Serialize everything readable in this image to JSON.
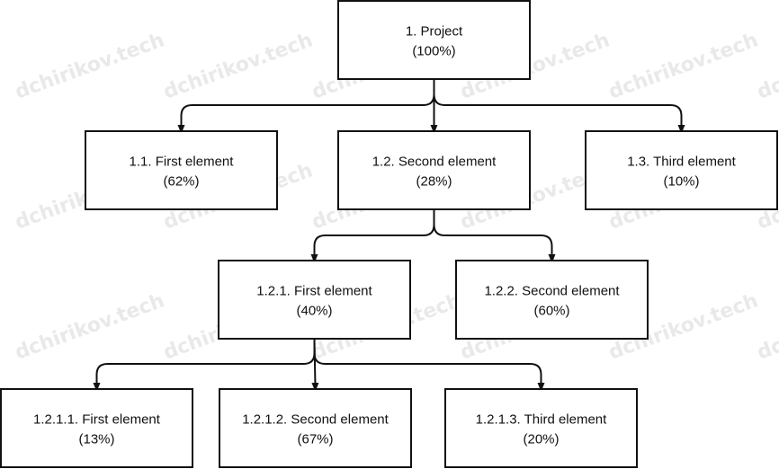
{
  "watermark": "dchirikov.tech",
  "colors": {
    "stroke": "#111111",
    "fill": "#ffffff",
    "watermark": "#e9e9e9"
  },
  "nodes": [
    {
      "id": "n1",
      "parent": null,
      "label": "1. Project",
      "percent": "(100%)"
    },
    {
      "id": "n11",
      "parent": "n1",
      "label": "1.1. First element",
      "percent": "(62%)"
    },
    {
      "id": "n12",
      "parent": "n1",
      "label": "1.2. Second element",
      "percent": "(28%)"
    },
    {
      "id": "n13",
      "parent": "n1",
      "label": "1.3. Third element",
      "percent": "(10%)"
    },
    {
      "id": "n121",
      "parent": "n12",
      "label": "1.2.1. First element",
      "percent": "(40%)"
    },
    {
      "id": "n122",
      "parent": "n12",
      "label": "1.2.2. Second element",
      "percent": "(60%)"
    },
    {
      "id": "n1211",
      "parent": "n121",
      "label": "1.2.1.1. First element",
      "percent": "(13%)"
    },
    {
      "id": "n1212",
      "parent": "n121",
      "label": "1.2.1.2. Second element",
      "percent": "(67%)"
    },
    {
      "id": "n1213",
      "parent": "n121",
      "label": "1.2.1.3. Third element",
      "percent": "(20%)"
    }
  ]
}
